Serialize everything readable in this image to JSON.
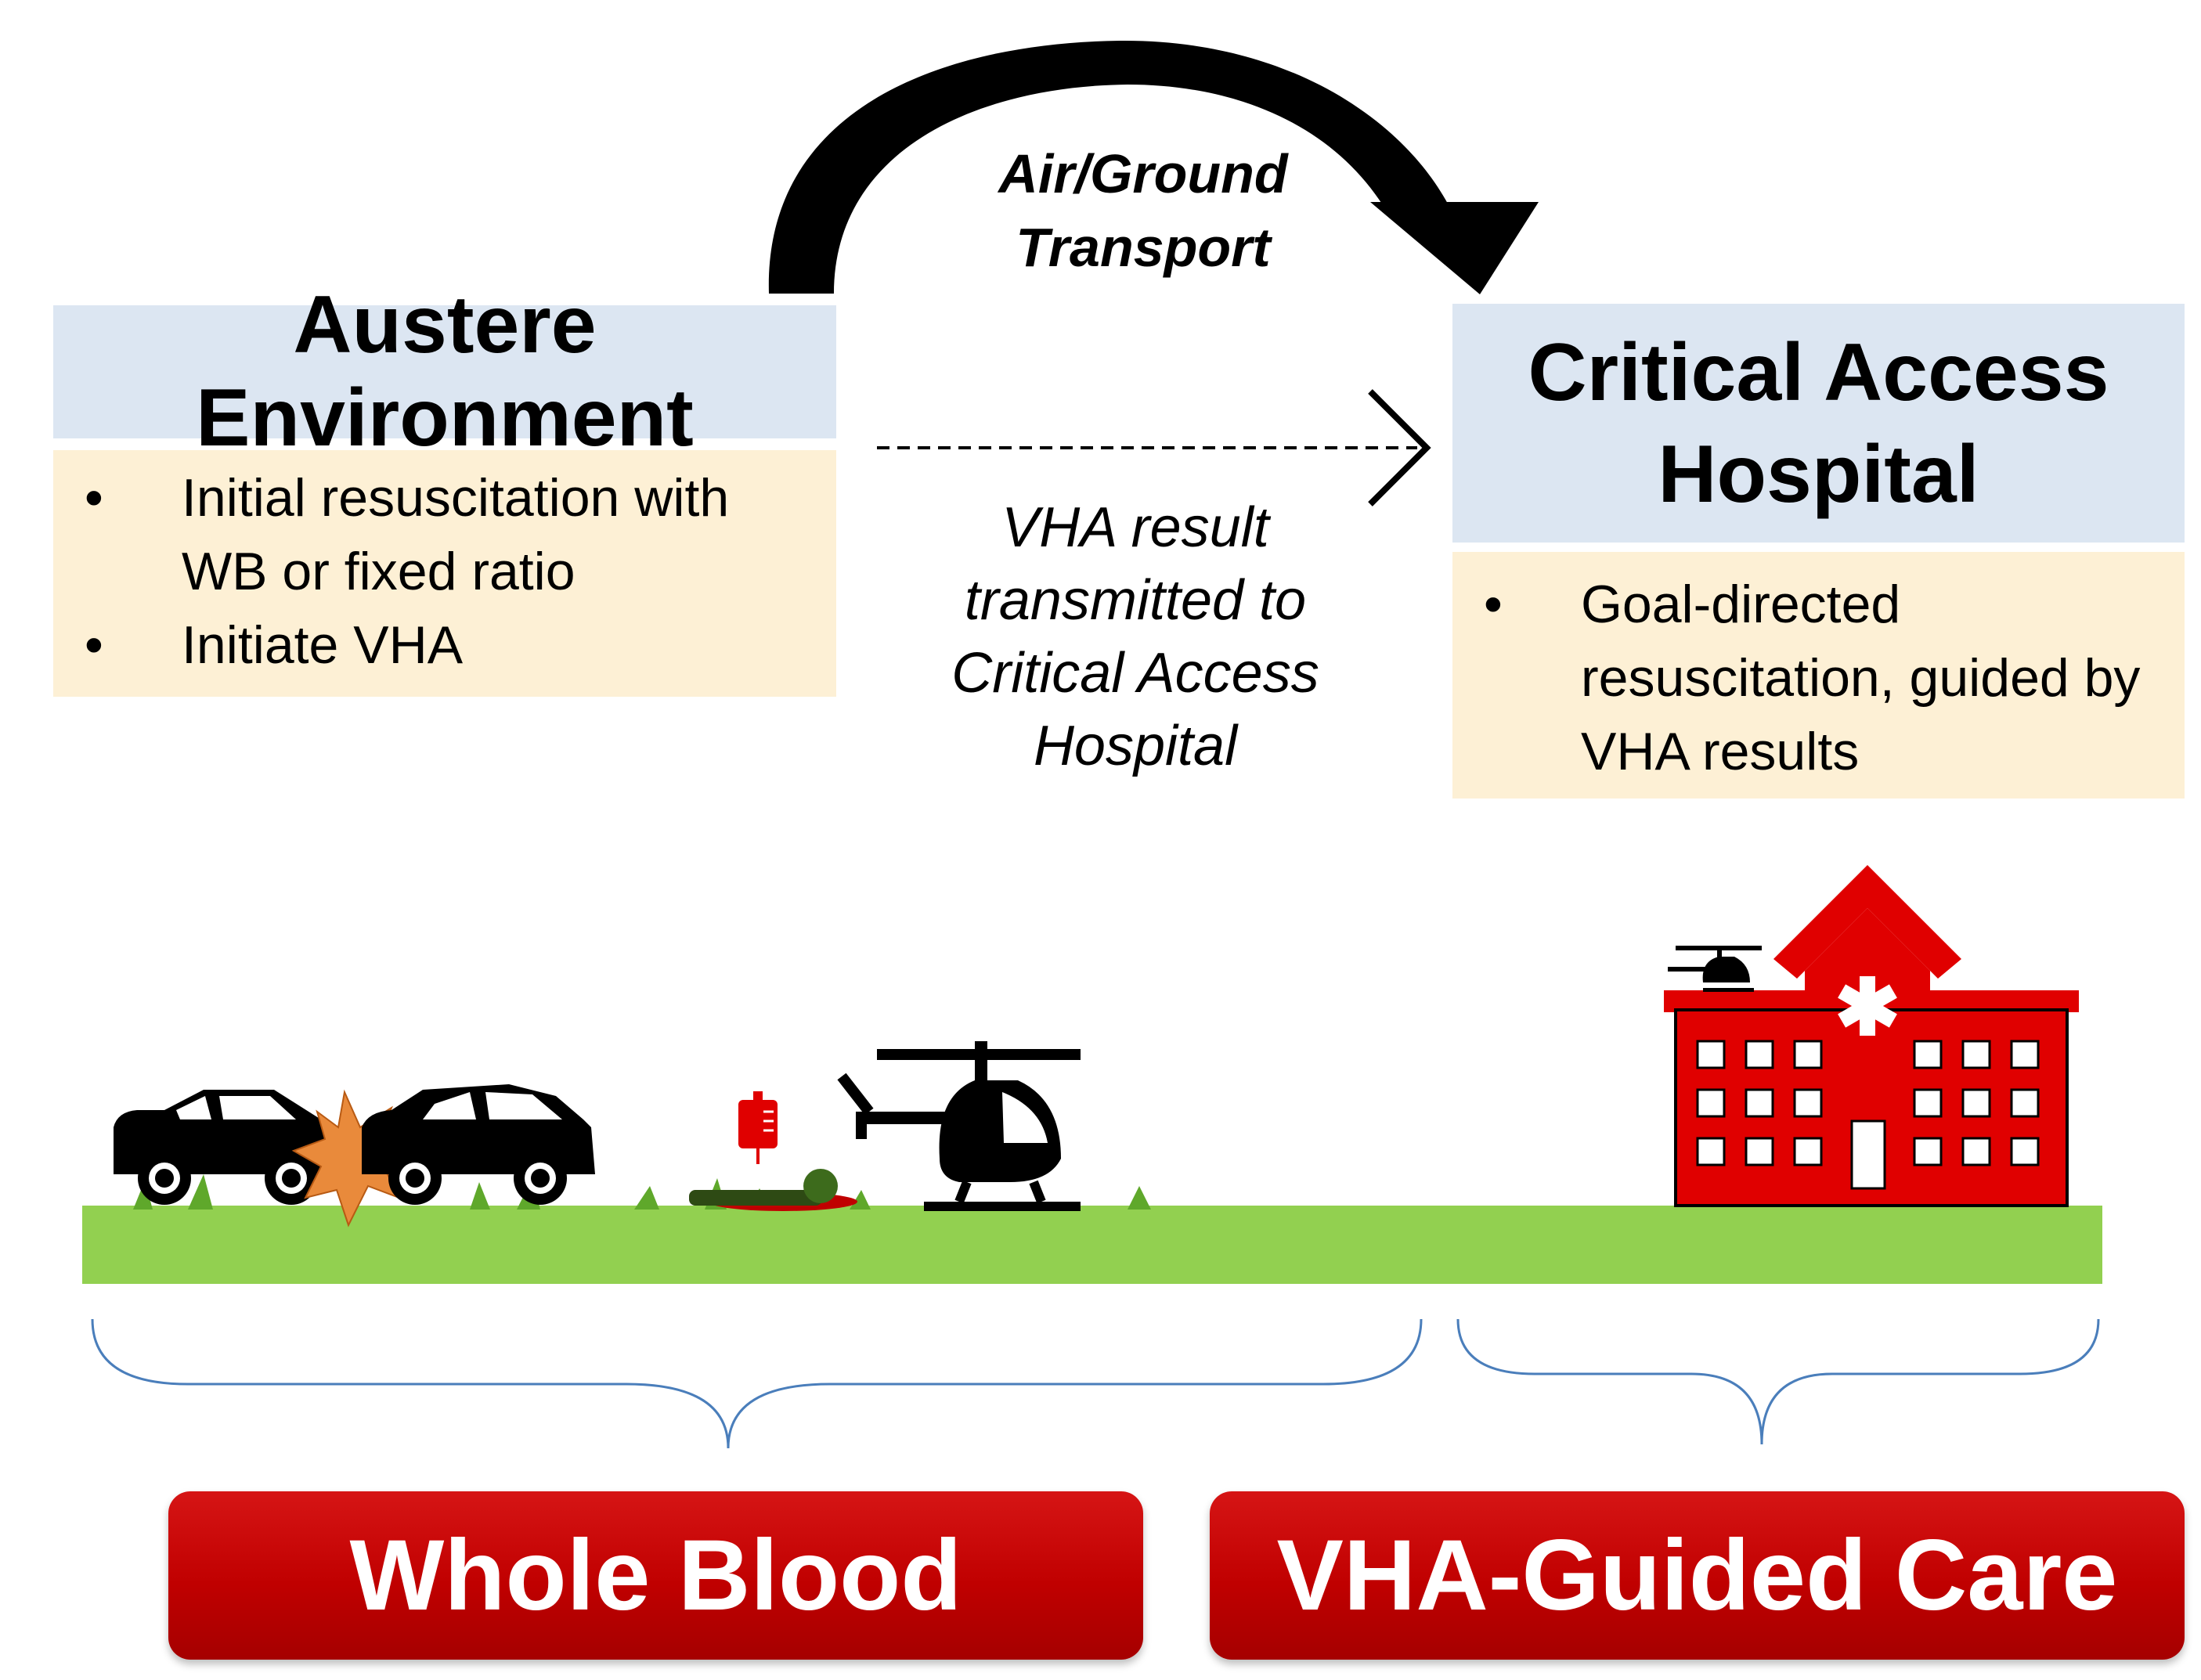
{
  "transport_label": [
    "Air/Ground",
    "Transport"
  ],
  "vha_transmit_label": [
    "VHA result",
    "transmitted to",
    "Critical Access",
    "Hospital"
  ],
  "austere": {
    "title": "Austere Environment",
    "bullets": [
      "Initial resuscitation with WB or fixed ratio",
      "Initiate VHA"
    ]
  },
  "hospital": {
    "title": [
      "Critical Access",
      "Hospital"
    ],
    "bullets": [
      "Goal-directed resuscitation, guided by VHA results"
    ]
  },
  "banners": {
    "left": "Whole Blood",
    "right": "VHA-Guided Care"
  },
  "icons": [
    "crashed-cars-icon",
    "blood-bag-icon",
    "injured-person-icon",
    "helicopter-icon",
    "hospital-icon",
    "curved-arrow-icon",
    "dashed-arrow-icon",
    "brace-icon"
  ],
  "colors": {
    "header_bg": "#dce6f2",
    "body_bg": "#fdf0d5",
    "grass": "#92d050",
    "hospital_red": "#e00000",
    "banner_red": "#c00000",
    "brace_blue": "#4a7ebb"
  }
}
